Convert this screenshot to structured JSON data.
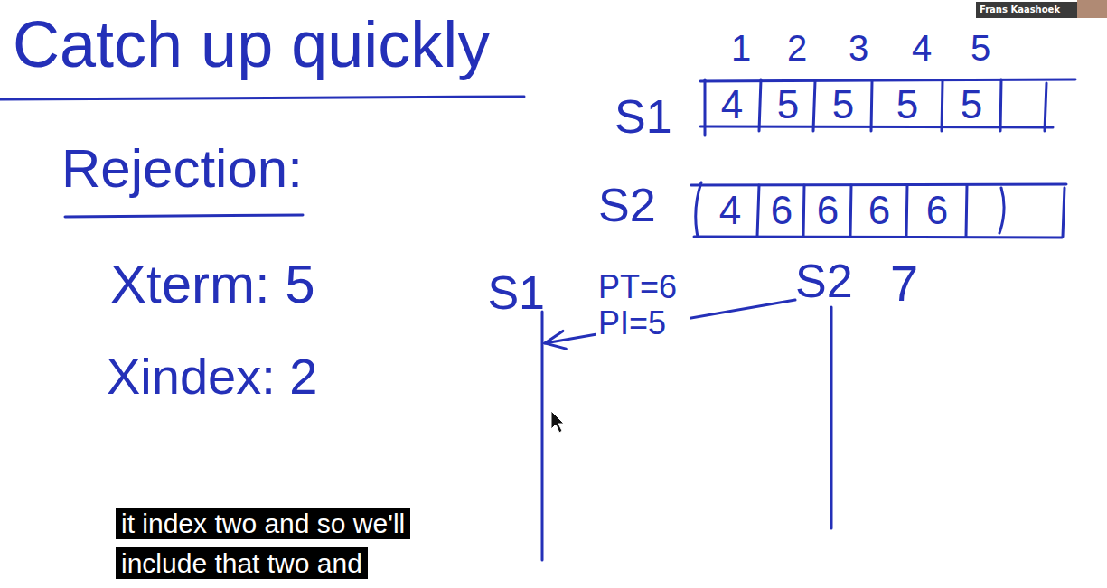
{
  "diagram": {
    "title": "Catch up quickly",
    "caption": "it index two and so we'll include that two and",
    "nodes": [
      {
        "text": [
          "S1"
        ]
      },
      {
        "text": [
          "S2"
        ]
      }
    ],
    "edges": [
      {
        "from": 1,
        "to": 0,
        "arrow": "to",
        "label": "PT=6 PI=5"
      }
    ],
    "labels": [
      "Rejection:",
      "Xterm: 5",
      "Xindex: 2",
      "1",
      "2",
      "3",
      "4",
      "5",
      "S1",
      "4",
      "5",
      "5",
      "5",
      "5",
      "S2",
      "4",
      "6",
      "6",
      "6",
      "6",
      "7",
      "Frans Kaashoek"
    ]
  }
}
